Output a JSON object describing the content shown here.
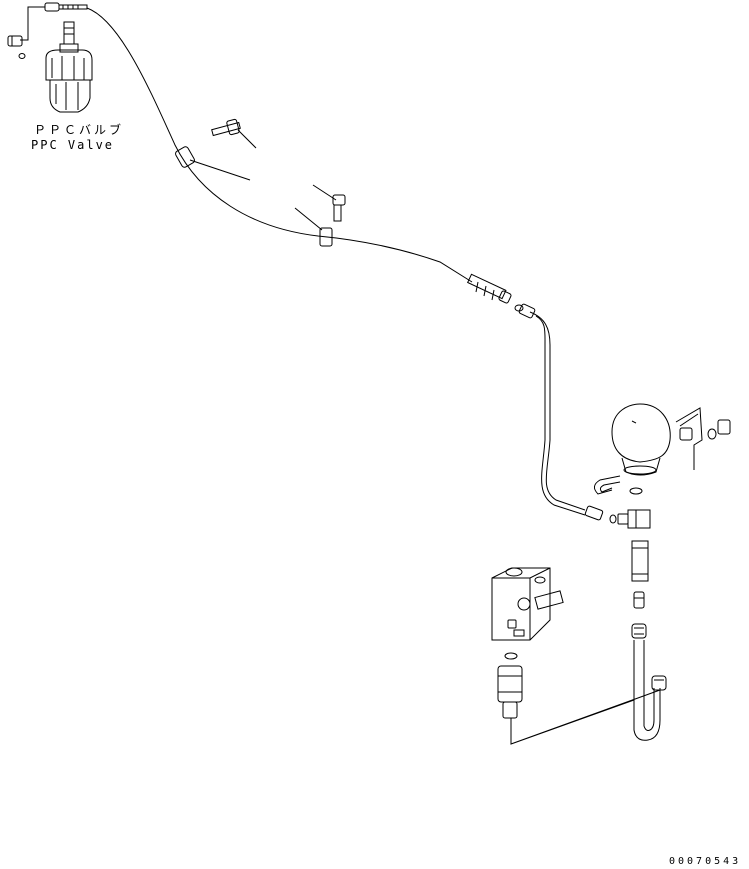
{
  "labels": {
    "ppc_valve_jp": "ＰＰＣバルブ",
    "ppc_valve_en": "PPC Valve",
    "drawing_code": "00070543"
  },
  "colors": {
    "line": "#000000",
    "background": "#ffffff"
  }
}
